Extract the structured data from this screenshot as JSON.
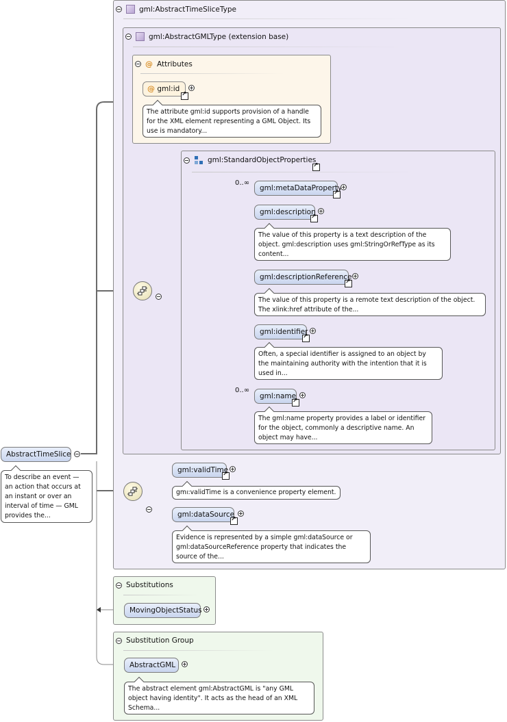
{
  "root": {
    "name": "AbstractTimeSlice",
    "doc": "To describe an event — an action that occurs at an instant or over an interval of time — GML provides the..."
  },
  "type_panel": {
    "title": "gml:AbstractTimeSliceType"
  },
  "gml_type_panel": {
    "title": "gml:AbstractGMLType (extension base)"
  },
  "attributes": {
    "title": "Attributes",
    "id": {
      "name": "gml:id",
      "doc": "The attribute gml:id supports provision of a handle for the XML element representing a GML Object. Its use is mandatory..."
    }
  },
  "std_props": {
    "title": "gml:StandardObjectProperties",
    "items": [
      {
        "name": "gml:metaDataProperty",
        "mult": "0..∞",
        "doc": ""
      },
      {
        "name": "gml:description",
        "mult": "",
        "doc": "The value of this property is a text description of the object. gml:description uses gml:StringOrRefType as its content..."
      },
      {
        "name": "gml:descriptionReference",
        "mult": "",
        "doc": "The value of this property is a remote text description of the object. The xlink:href attribute of the..."
      },
      {
        "name": "gml:identifier",
        "mult": "",
        "doc": "Often, a special identifier is assigned to an object by the maintaining authority with the intention that it is used in..."
      },
      {
        "name": "gml:name",
        "mult": "0..∞",
        "doc": "The gml:name property provides a label or identifier for the object, commonly a descriptive name. An object may have..."
      }
    ]
  },
  "slice_seq": {
    "items": [
      {
        "name": "gml:validTime",
        "doc": "gml:validTime is a convenience property element."
      },
      {
        "name": "gml:dataSource",
        "doc": "Evidence is represented by a simple gml:dataSource or gml:dataSourceReference property that indicates the source of the..."
      }
    ]
  },
  "substitutions": {
    "title": "Substitutions",
    "items": [
      "MovingObjectStatus"
    ]
  },
  "substitution_group": {
    "title": "Substitution Group",
    "name": "AbstractGML",
    "doc": "The abstract element gml:AbstractGML is \"any GML object having identity\". It acts as the head of an XML Schema..."
  },
  "colors": {
    "element_fill": "#c9d5ee",
    "attributes_panel": "#fdf6ea",
    "type_panel": "#f1eef8",
    "substitution_panel": "#eff8ec"
  }
}
